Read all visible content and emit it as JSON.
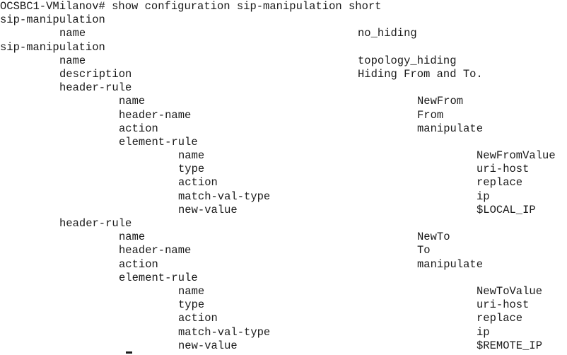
{
  "prompt": "OCSBC1-VMilanov# show configuration sip-manipulation short",
  "lines": [
    {
      "key": "sip-manipulation",
      "value": ""
    },
    {
      "key": "name",
      "value": "no_hiding"
    },
    {
      "key": "sip-manipulation",
      "value": ""
    },
    {
      "key": "name",
      "value": "topology_hiding"
    },
    {
      "key": "description",
      "value": "Hiding From and To."
    },
    {
      "key": "header-rule",
      "value": ""
    },
    {
      "key": "name",
      "value": "NewFrom"
    },
    {
      "key": "header-name",
      "value": "From"
    },
    {
      "key": "action",
      "value": "manipulate"
    },
    {
      "key": "element-rule",
      "value": ""
    },
    {
      "key": "name",
      "value": "NewFromValue"
    },
    {
      "key": "type",
      "value": "uri-host"
    },
    {
      "key": "action",
      "value": "replace"
    },
    {
      "key": "match-val-type",
      "value": "ip"
    },
    {
      "key": "new-value",
      "value": "$LOCAL_IP"
    },
    {
      "key": "header-rule",
      "value": ""
    },
    {
      "key": "name",
      "value": "NewTo"
    },
    {
      "key": "header-name",
      "value": "To"
    },
    {
      "key": "action",
      "value": "manipulate"
    },
    {
      "key": "element-rule",
      "value": ""
    },
    {
      "key": "name",
      "value": "NewToValue"
    },
    {
      "key": "type",
      "value": "uri-host"
    },
    {
      "key": "action",
      "value": "replace"
    },
    {
      "key": "match-val-type",
      "value": "ip"
    },
    {
      "key": "new-value",
      "value": "$REMOTE_IP"
    }
  ]
}
